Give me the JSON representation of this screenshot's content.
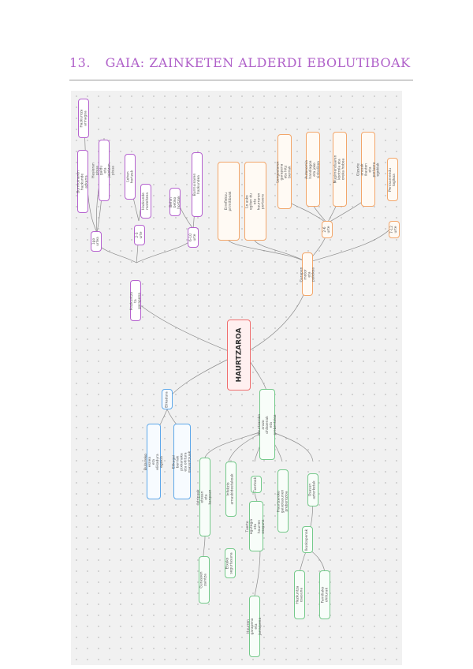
{
  "header": {
    "number": "13.",
    "title": "GAIA: ZAINKETEN ALDERDI EBOLUTIBOAK"
  },
  "root": {
    "label": "HAURTZAROA"
  },
  "branches": {
    "physical": {
      "label": "Hazkuntza ta garapena",
      "groups": [
        {
          "label": "1go urtea",
          "items": [
            "Hazkuntza arinagoa",
            "Hasieran pisua galdu eta jaiotzan pisua",
            "Burmuinaren hazkunde azkarra"
          ]
        },
        {
          "label": "2-3 urte",
          "items": [
            "Lehen hortzak",
            "Hazkunde moteltzea"
          ]
        },
        {
          "label": "6-10 urte",
          "items": [
            "Behin betiko hortzak",
            "Burmuinaren hazkundea"
          ]
        }
      ]
    },
    "teeth": {
      "label": "Garapen motor eta psikikoa",
      "items": [
        "Errefleksu primitiboak",
        "Lo asko egiten du eta haurraren portaera"
      ],
      "groups": [
        {
          "label": "2-6 urte",
          "items": [
            "Lengoaiaren garapena eta hitz berriak",
            "Autonomia handiagoa eta joko sinbolikoa",
            "Mugimenduaren kontrola eta oreka hobea",
            "Gizarte arauak ikasten eta portaera egokiak"
          ]
        },
        {
          "label": "7-12 urte",
          "items": [
            "Pentsamendu logikoa"
          ]
        }
      ]
    },
    "blue": {
      "label": "Elikadura",
      "items": [
        "Bularreko esnea eta elikadura egokia",
        "Elikagai berriak pixkanaka eta ohitura osasuntsuak"
      ]
    },
    "green": {
      "label": "Haurtzaroko arazo ohikoenak eta prebentzioa",
      "items": [
        "Istripuak etxean eta kanpoan",
        "Infekzio arnasbideetakoak",
        "Txertoak",
        "Haurtzaroko gaixotasunen prebentzioa",
        "Osasun azterketak"
      ],
      "sub": {
        "istripuak": [
          "Gurasoen zaintza",
          "Etxeko segurtasuna"
        ],
        "txertoak": [
          "Txerto egutegia eta haurren osasuna",
          "Haurren garapena eta jarraipena"
        ],
        "azterketa": [
          "Ikuskapenak",
          "Hezkuntza osasuna",
          "Familiako ohiturak"
        ]
      }
    }
  }
}
